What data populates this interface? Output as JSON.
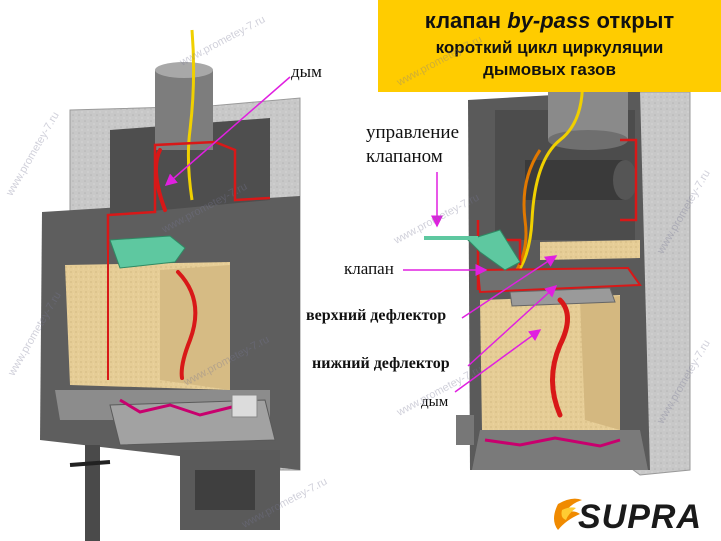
{
  "banner": {
    "title_word": "клапан",
    "title_italic": "by-pass",
    "title_tail": "открыт",
    "subtitle_line1": "короткий цикл циркуляции",
    "subtitle_line2": "дымовых газов",
    "color": "#ffcc00"
  },
  "labels": {
    "smoke_left": "дым",
    "control_line1": "управление",
    "control_line2": "клапаном",
    "valve": "клапан",
    "upper_deflector": "верхний дефлектор",
    "lower_deflector": "нижний дефлектор",
    "smoke_right": "дым"
  },
  "watermark": "www.prometey-7.ru",
  "logo": {
    "text": "SUPRA",
    "icon": "flame-logo-icon"
  },
  "colors": {
    "arrow": "#e020e0",
    "smoke_path": "#d81818",
    "valve": "#5ec8a0",
    "firebrick": "#e8cf9a",
    "steel": "#6d6d6d",
    "stone": "#c9c9c9",
    "seal": "#c8006e"
  }
}
